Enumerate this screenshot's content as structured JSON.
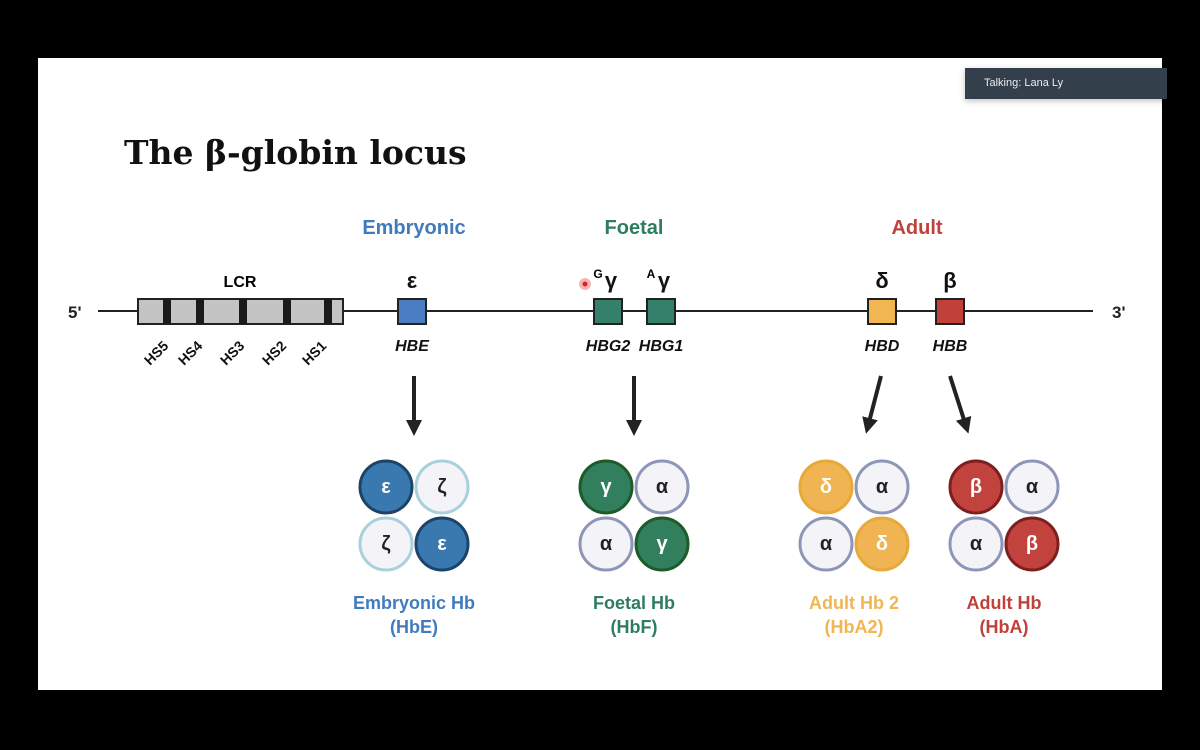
{
  "meeting": {
    "talking_label": "Talking: Lana Ly"
  },
  "slide": {
    "title": "The β-globin locus",
    "five_prime": "5'",
    "three_prime": "3'",
    "lcr_label": "LCR",
    "hs_sites": [
      "HS5",
      "HS4",
      "HS3",
      "HS2",
      "HS1"
    ],
    "stages": [
      {
        "label": "Embryonic",
        "color": "#3f7bbd"
      },
      {
        "label": "Foetal",
        "color": "#2e7d5e"
      },
      {
        "label": "Adult",
        "color": "#c0413a"
      }
    ],
    "genes": [
      {
        "greek": "ε",
        "sup": "",
        "name": "HBE",
        "color": "#4a7dc2"
      },
      {
        "greek": "γ",
        "sup": "G",
        "name": "HBG2",
        "color": "#34806a"
      },
      {
        "greek": "γ",
        "sup": "A",
        "name": "HBG1",
        "color": "#34806a"
      },
      {
        "greek": "δ",
        "sup": "",
        "name": "HBD",
        "color": "#f0b652"
      },
      {
        "greek": "β",
        "sup": "",
        "name": "HBB",
        "color": "#c0413a"
      }
    ],
    "hemoglobins": [
      {
        "name": "Embryonic Hb",
        "abbr": "(HbE)",
        "color": "#3f7bbd",
        "subunits": [
          [
            "ε",
            "dark"
          ],
          [
            "ζ",
            "light"
          ],
          [
            "ζ",
            "light"
          ],
          [
            "ε",
            "dark"
          ]
        ],
        "fill": "#3a78b0",
        "stroke": "#1d4468",
        "light_stroke": "#a9d1dc"
      },
      {
        "name": "Foetal Hb",
        "abbr": "(HbF)",
        "color": "#2e7d5e",
        "subunits": [
          [
            "γ",
            "dark"
          ],
          [
            "α",
            "light"
          ],
          [
            "α",
            "light"
          ],
          [
            "γ",
            "dark"
          ]
        ],
        "fill": "#327f5e",
        "stroke": "#1f5a2a",
        "light_stroke": "#8e96b8"
      },
      {
        "name": "Adult Hb 2",
        "abbr": "(HbA2)",
        "color": "#f0b652",
        "subunits": [
          [
            "δ",
            "dark"
          ],
          [
            "α",
            "light"
          ],
          [
            "α",
            "light"
          ],
          [
            "δ",
            "dark"
          ]
        ],
        "fill": "#f0b552",
        "stroke": "#e7a93a",
        "light_stroke": "#8e96b8"
      },
      {
        "name": "Adult Hb",
        "abbr": "(HbA)",
        "color": "#c0413a",
        "subunits": [
          [
            "β",
            "dark"
          ],
          [
            "α",
            "light"
          ],
          [
            "α",
            "light"
          ],
          [
            "β",
            "dark"
          ]
        ],
        "fill": "#c2433e",
        "stroke": "#7c1f1e",
        "light_stroke": "#8e96b8"
      }
    ]
  }
}
